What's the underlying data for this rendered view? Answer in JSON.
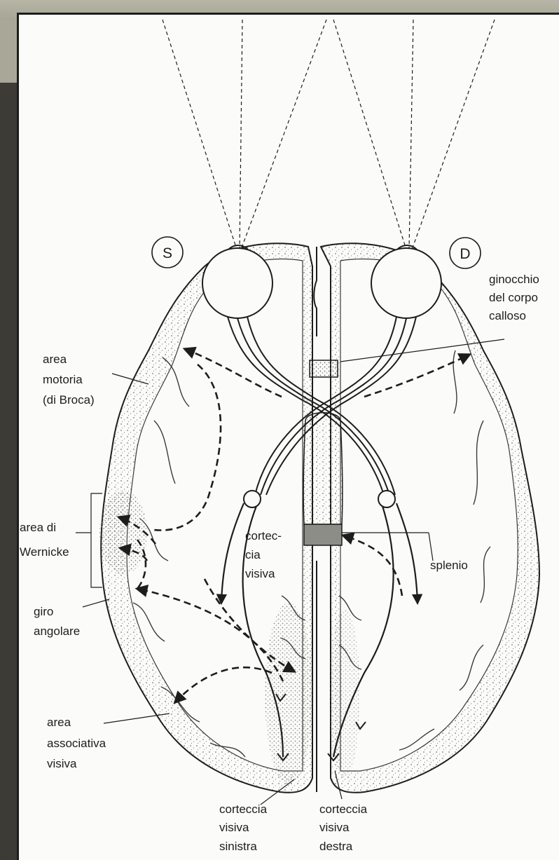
{
  "labels": {
    "left_marker": "S",
    "right_marker": "D",
    "genu": [
      "ginocchio",
      "del corpo",
      "calloso"
    ],
    "broca": [
      "area",
      "motoria",
      "(di Broca)"
    ],
    "wernicke": [
      "area di",
      "Wernicke"
    ],
    "angular": [
      "giro",
      "angolare"
    ],
    "assoc": [
      "area",
      "associativa",
      "visiva"
    ],
    "cortex_center": [
      "cortec-",
      "cia",
      "visiva"
    ],
    "splenium": "splenio",
    "cortex_left": [
      "corteccia",
      "visiva",
      "sinistra"
    ],
    "cortex_right": [
      "corteccia",
      "visiva",
      "destra"
    ]
  },
  "colors": {
    "background": "#3c3b36",
    "panel": "#fbfbf9",
    "ink": "#1d1d1b",
    "stipple": "#8a8a84",
    "splenium_fill": "#8d8d88"
  }
}
